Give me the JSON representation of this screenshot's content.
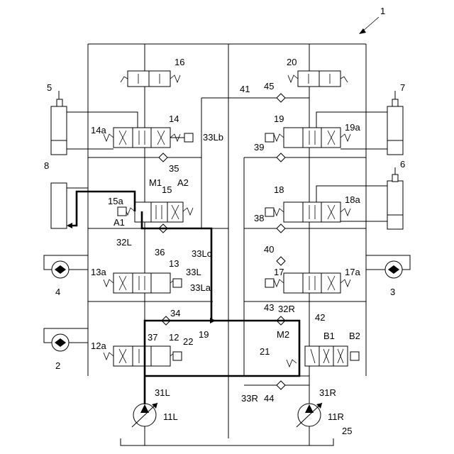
{
  "labels": {
    "l_1": "1",
    "l_5": "5",
    "l_7": "7",
    "l_6": "6",
    "l_8": "8",
    "l_4": "4",
    "l_3": "3",
    "l_2": "2",
    "l_16": "16",
    "l_20": "20",
    "l_41": "41",
    "l_45": "45",
    "l_14": "14",
    "l_14a": "14a",
    "l_19": "19",
    "l_19a": "19a",
    "l_33Lb": "33Lb",
    "l_39": "39",
    "l_35": "35",
    "l_M1": "M1",
    "l_15": "15",
    "l_A2": "A2",
    "l_15a": "15a",
    "l_A1": "A1",
    "l_18": "18",
    "l_18a": "18a",
    "l_38": "38",
    "l_32L": "32L",
    "l_36": "36",
    "l_33Lc": "33Lc",
    "l_40": "40",
    "l_13": "13",
    "l_13a": "13a",
    "l_33L": "33L",
    "l_17": "17",
    "l_17a": "17a",
    "l_33La": "33La",
    "l_34": "34",
    "l_43": "43",
    "l_32R": "32R",
    "l_42": "42",
    "l_37": "37",
    "l_12": "12",
    "l_12a": "12a",
    "l_22": "22",
    "l_19b": "19",
    "l_M2": "M2",
    "l_B1": "B1",
    "l_B2": "B2",
    "l_21": "21",
    "l_31L": "31L",
    "l_33R": "33R",
    "l_44": "44",
    "l_31R": "31R",
    "l_11L": "11L",
    "l_11R": "11R",
    "l_25": "25"
  }
}
